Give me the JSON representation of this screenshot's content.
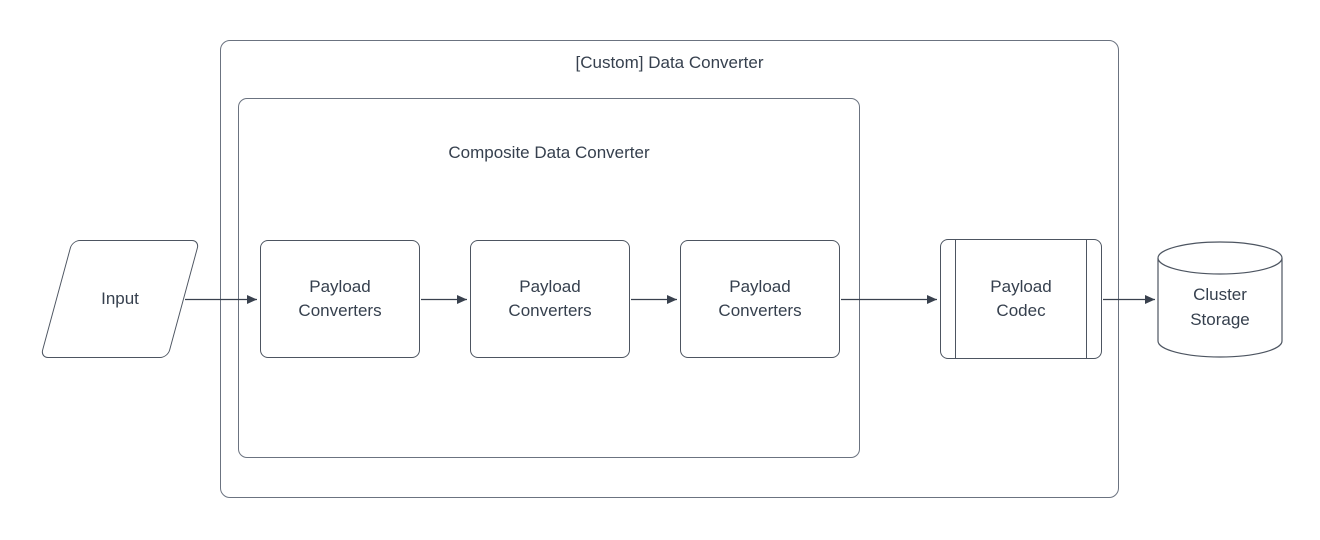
{
  "colors": {
    "background": "#ffffff",
    "shape_stroke": "#4d5561",
    "container_stroke": "#6b7380",
    "text": "#36404e",
    "arrow": "#39414e"
  },
  "diagram": {
    "custom_converter": {
      "label": "[Custom] Data Converter"
    },
    "composite_converter": {
      "label": "Composite Data Converter"
    },
    "input": {
      "label": "Input",
      "shape": "parallelogram"
    },
    "payload_converters": [
      {
        "label": "Payload\nConverters"
      },
      {
        "label": "Payload\nConverters"
      },
      {
        "label": "Payload\nConverters"
      }
    ],
    "payload_codec": {
      "label": "Payload\nCodec",
      "shape": "predefined-process"
    },
    "cluster_storage": {
      "label": "Cluster\nStorage",
      "shape": "cylinder"
    },
    "flow": [
      "Input",
      "Payload Converters",
      "Payload Converters",
      "Payload Converters",
      "Payload Codec",
      "Cluster Storage"
    ]
  }
}
